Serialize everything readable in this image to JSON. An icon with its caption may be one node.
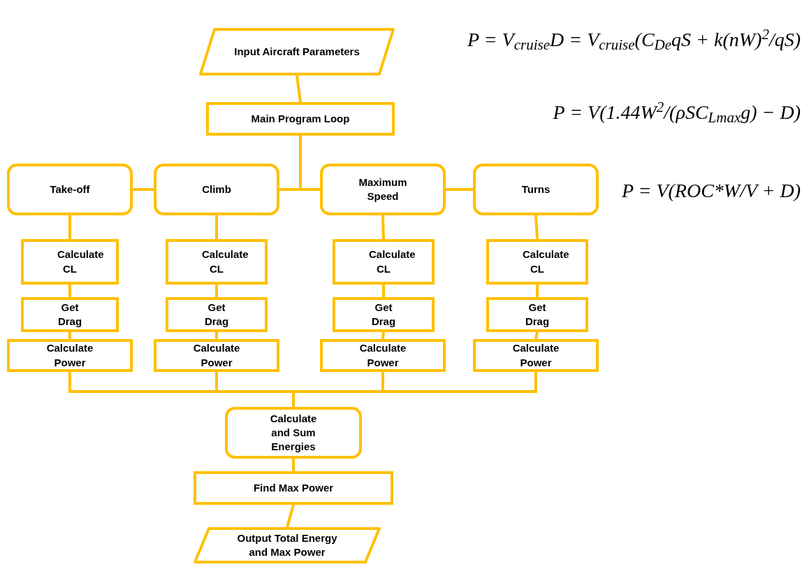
{
  "diagram": {
    "nodes": [
      {
        "text": [
          "Input Aircraft Parameters"
        ]
      },
      {
        "text": [
          "Main Program Loop"
        ]
      },
      {
        "text": [
          "Take-off"
        ]
      },
      {
        "text": [
          "Climb"
        ]
      },
      {
        "text": [
          "Maximum Speed"
        ]
      },
      {
        "text": [
          "Turns"
        ]
      },
      {
        "text": [
          "Calculate CL"
        ]
      },
      {
        "text": [
          "Calculate CL"
        ]
      },
      {
        "text": [
          "Calculate CL"
        ]
      },
      {
        "text": [
          "Calculate CL"
        ]
      },
      {
        "text": [
          "Get Drag"
        ]
      },
      {
        "text": [
          "Get Drag"
        ]
      },
      {
        "text": [
          "Get Drag"
        ]
      },
      {
        "text": [
          "Get Drag"
        ]
      },
      {
        "text": [
          "Calculate Power"
        ]
      },
      {
        "text": [
          "Calculate Power"
        ]
      },
      {
        "text": [
          "Calculate Power"
        ]
      },
      {
        "text": [
          "Calculate Power"
        ]
      },
      {
        "text": [
          "Calculate and Sum Energies"
        ]
      },
      {
        "text": [
          "Find Max Power"
        ]
      },
      {
        "text": [
          "Output Total Energy and Max Power"
        ]
      }
    ],
    "edges": [
      {
        "from": 0,
        "to": 1,
        "arrow": "none"
      },
      {
        "from": 1,
        "to": 3,
        "arrow": "none"
      },
      {
        "from": 1,
        "to": 4,
        "arrow": "none"
      },
      {
        "from": 2,
        "to": 3,
        "arrow": "none"
      },
      {
        "from": 4,
        "to": 5,
        "arrow": "none"
      },
      {
        "from": 2,
        "to": 6,
        "arrow": "none"
      },
      {
        "from": 3,
        "to": 7,
        "arrow": "none"
      },
      {
        "from": 4,
        "to": 8,
        "arrow": "none"
      },
      {
        "from": 5,
        "to": 9,
        "arrow": "none"
      },
      {
        "from": 6,
        "to": 10,
        "arrow": "none"
      },
      {
        "from": 7,
        "to": 11,
        "arrow": "none"
      },
      {
        "from": 8,
        "to": 12,
        "arrow": "none"
      },
      {
        "from": 9,
        "to": 13,
        "arrow": "none"
      },
      {
        "from": 10,
        "to": 14,
        "arrow": "none"
      },
      {
        "from": 11,
        "to": 15,
        "arrow": "none"
      },
      {
        "from": 12,
        "to": 16,
        "arrow": "none"
      },
      {
        "from": 13,
        "to": 17,
        "arrow": "none"
      },
      {
        "from": 14,
        "to": 18,
        "arrow": "none"
      },
      {
        "from": 15,
        "to": 18,
        "arrow": "none"
      },
      {
        "from": 16,
        "to": 18,
        "arrow": "none"
      },
      {
        "from": 17,
        "to": 18,
        "arrow": "none"
      },
      {
        "from": 18,
        "to": 19,
        "arrow": "none"
      },
      {
        "from": 19,
        "to": 20,
        "arrow": "none"
      }
    ],
    "labels": [
      "P = V$_{cruise}$D = V$_{cruise}$(C$_{De}$qS + k(nW)$^{2}$/qS)",
      "P = V(1.44W$^{2}$/(ρSC$_{Lmax}$g) − D)",
      "P = V(ROC*W/V + D)"
    ]
  }
}
